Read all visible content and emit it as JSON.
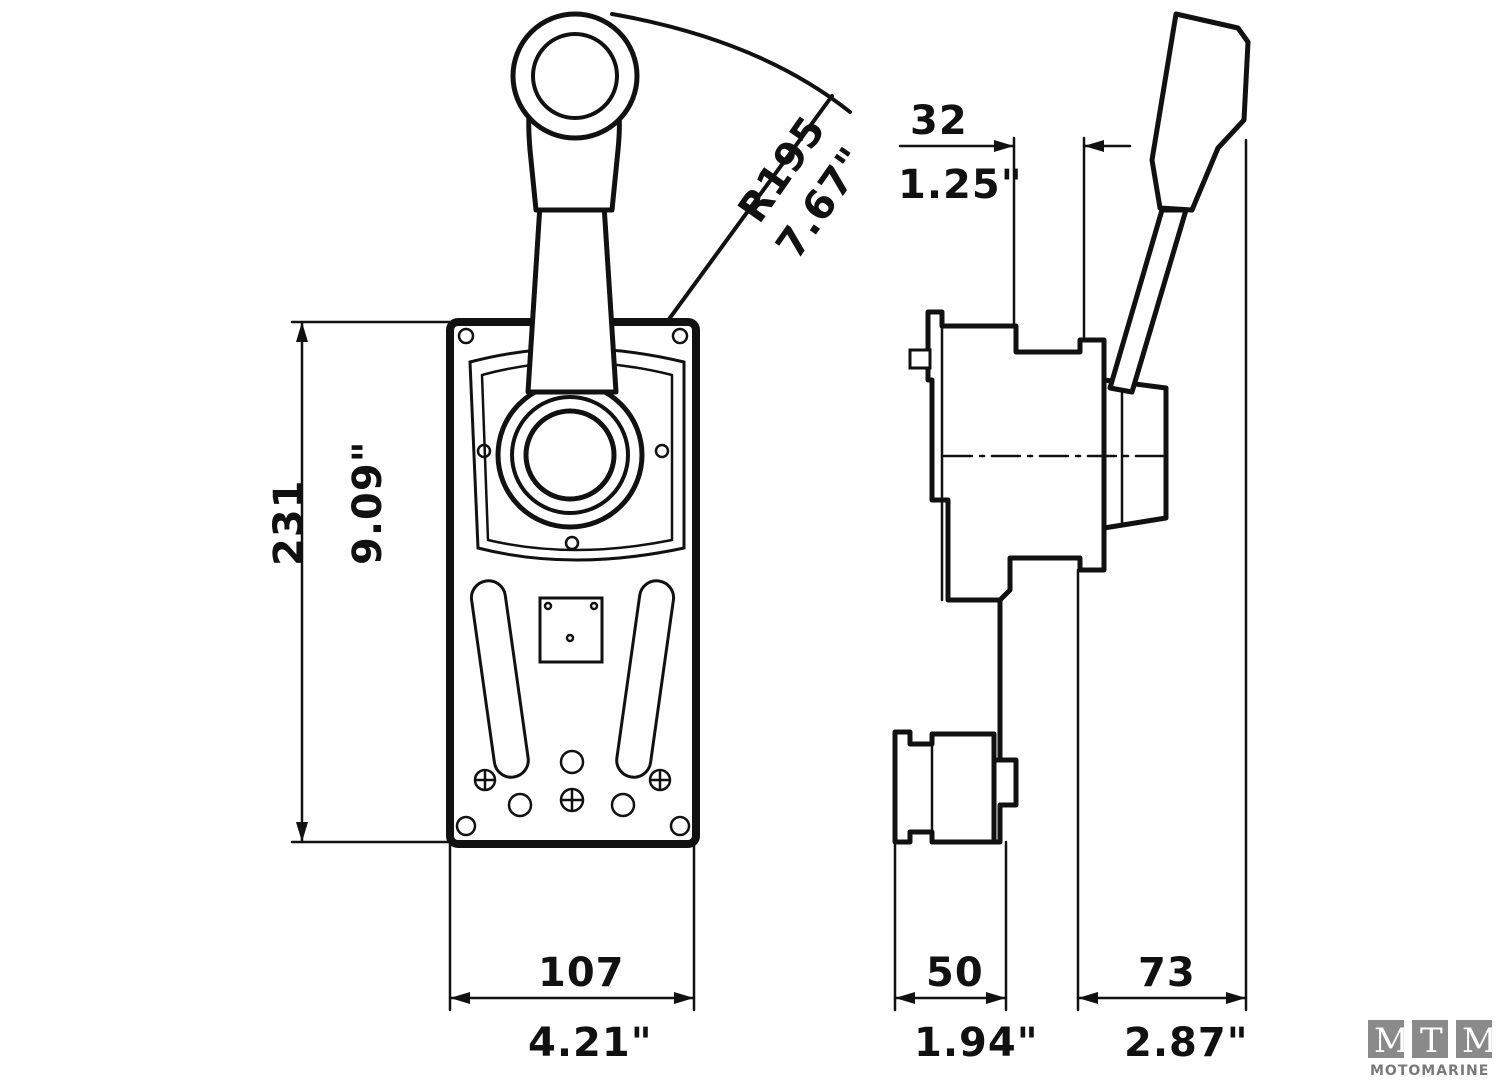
{
  "dimensions": {
    "radius_mm": "R195",
    "radius_in": "7.67\"",
    "height_mm": "231",
    "height_in": "9.09\"",
    "width_mm": "107",
    "width_in": "4.21\"",
    "knob_offset_mm": "32",
    "knob_offset_in": "1.25\"",
    "base_depth_mm": "50",
    "base_depth_in": "1.94\"",
    "lever_depth_mm": "73",
    "lever_depth_in": "2.87\""
  },
  "logo": {
    "letters": [
      "M",
      "T",
      "M"
    ],
    "subtitle": "MOTOMARINE",
    "color": "#8a8a8a"
  }
}
